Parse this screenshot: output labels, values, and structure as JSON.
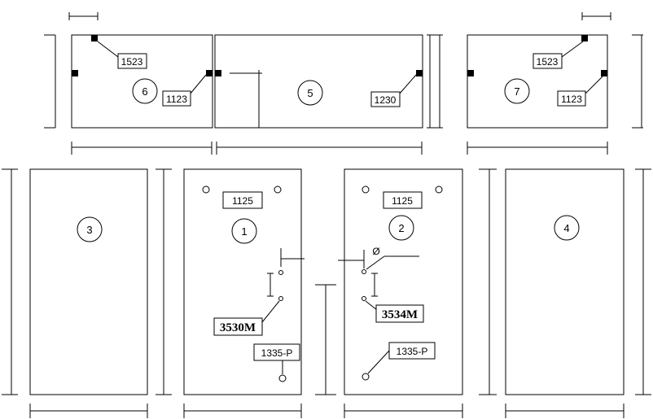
{
  "panels": {
    "p1": {
      "number": "1",
      "part_label": "1125",
      "hinge_label": "3530M",
      "handle_label": "1335-P"
    },
    "p2": {
      "number": "2",
      "part_label": "1125",
      "hinge_label": "3534M",
      "handle_label": "1335-P",
      "diameter_symbol": "Ø"
    },
    "p3": {
      "number": "3"
    },
    "p4": {
      "number": "4"
    },
    "p5": {
      "number": "5",
      "part_label": "1230"
    },
    "p6": {
      "number": "6",
      "corner_label": "1523",
      "side_label": "1123"
    },
    "p7": {
      "number": "7",
      "corner_label": "1523",
      "side_label": "1123"
    }
  }
}
